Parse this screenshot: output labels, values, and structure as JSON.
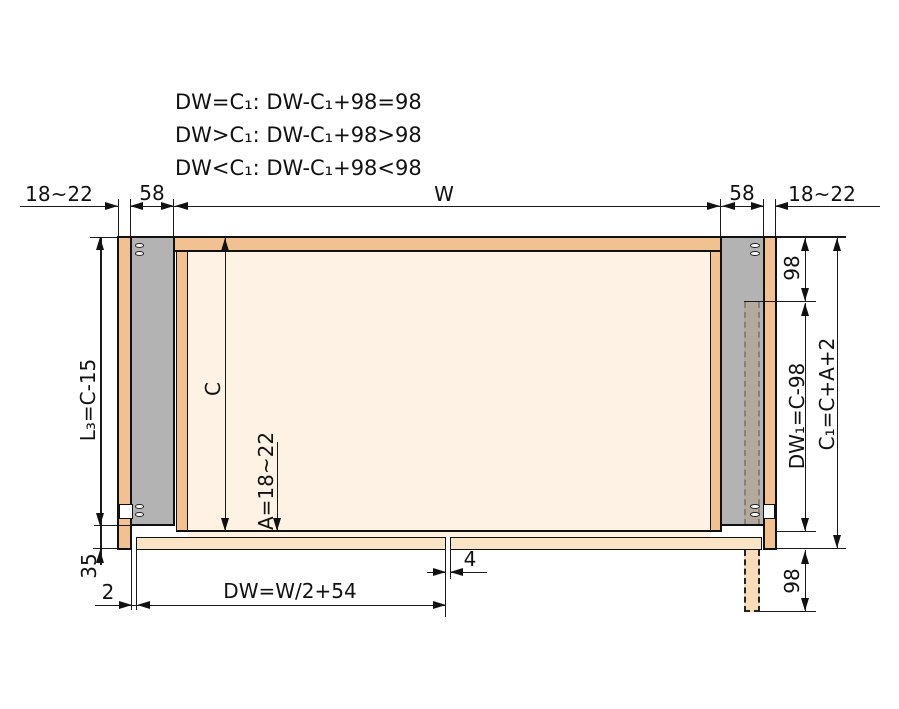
{
  "conditions": {
    "line1": "DW=C₁: DW-C₁+98=98",
    "line2": "DW>C₁: DW-C₁+98>98",
    "line3": "DW<C₁: DW-C₁+98<98"
  },
  "dims": {
    "panel_thickness_left": "18~22",
    "slide_width_left": "58",
    "cabinet_width": "W",
    "slide_width_right": "58",
    "panel_thickness_right": "18~22",
    "slide_length": "L₃=C-15",
    "bottom_clearance": "35",
    "front_side_gap": "2",
    "interior_height": "C",
    "front_thickness": "A=18~22",
    "drawer_front_width": "DW=W/2+54",
    "front_gap": "4",
    "top_offset": "98",
    "runner_length": "DW₁=C-98",
    "total_height": "C₁=C+A+2",
    "bottom_extension": "98"
  },
  "colors": {
    "wood_panel": "#f2c191",
    "interior_face": "#fdf2e4",
    "drawer_front": "#fbe4c5",
    "slide_rail": "#b3b3b3",
    "hidden_runner": "#b3a99d",
    "hidden_runner_lower": "#f8dcba",
    "outline": "#111111"
  }
}
